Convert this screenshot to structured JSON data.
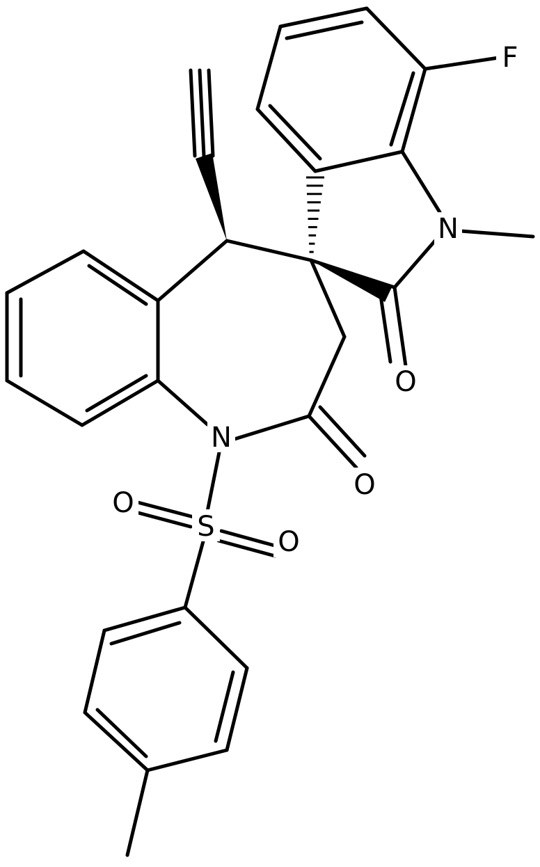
{
  "diagram": {
    "type": "chemical-structure",
    "colors": {
      "ink": "#000000",
      "background": "#ffffff"
    },
    "atom_labels": {
      "fluorine": "F",
      "nitrogen_indolinone": "N",
      "nitrogen_benzazepinone": "N",
      "oxygen_indolinone_carbonyl": "O",
      "oxygen_benzazepinone_carbonyl": "O",
      "sulfur": "S",
      "oxygen_sulfonyl_upper": "O",
      "oxygen_sulfonyl_lower": "O"
    }
  }
}
